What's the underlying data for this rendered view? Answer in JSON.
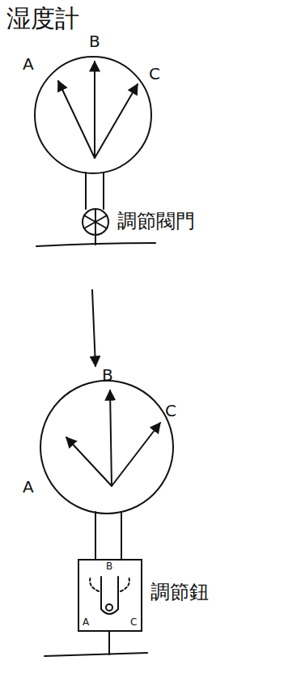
{
  "diagram": {
    "title": "湿度計",
    "nodes": [
      {
        "text": [
          "B",
          "A",
          "C"
        ]
      }
    ],
    "labels": [
      "A",
      "B",
      "C",
      "調節閥門",
      "A",
      "B",
      "C",
      "調節鈕"
    ]
  }
}
